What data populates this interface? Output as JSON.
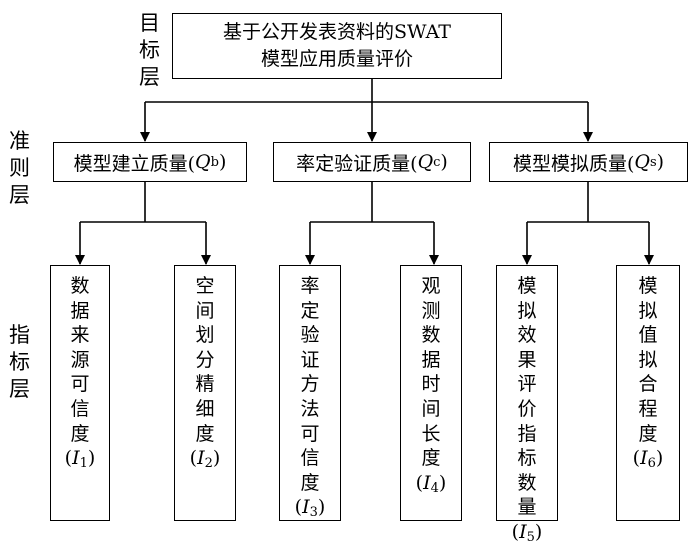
{
  "levels": {
    "goal_label": "目标层",
    "criteria_label": "准则层",
    "indicator_label": "指标层"
  },
  "goal": {
    "line1": "基于公开发表资料的SWAT",
    "line2": "模型应用质量评价"
  },
  "criteria": [
    {
      "text": "模型建立质量(",
      "sym": "Q",
      "sub": "b",
      "close": ")"
    },
    {
      "text": "率定验证质量(",
      "sym": "Q",
      "sub": "c",
      "close": ")"
    },
    {
      "text": "模型模拟质量(",
      "sym": "Q",
      "sub": "s",
      "close": ")"
    }
  ],
  "indicators": [
    {
      "text": "数据来源可信度",
      "sym": "I",
      "sub": "1"
    },
    {
      "text": "空间划分精细度",
      "sym": "I",
      "sub": "2"
    },
    {
      "text": "率定验证方法可信度",
      "sym": "I",
      "sub": "3"
    },
    {
      "text": "观测数据时间长度",
      "sym": "I",
      "sub": "4"
    },
    {
      "text": "模拟效果评价指标数量",
      "sym": "I",
      "sub": "5"
    },
    {
      "text": "模拟值拟合程度",
      "sym": "I",
      "sub": "6"
    }
  ]
}
